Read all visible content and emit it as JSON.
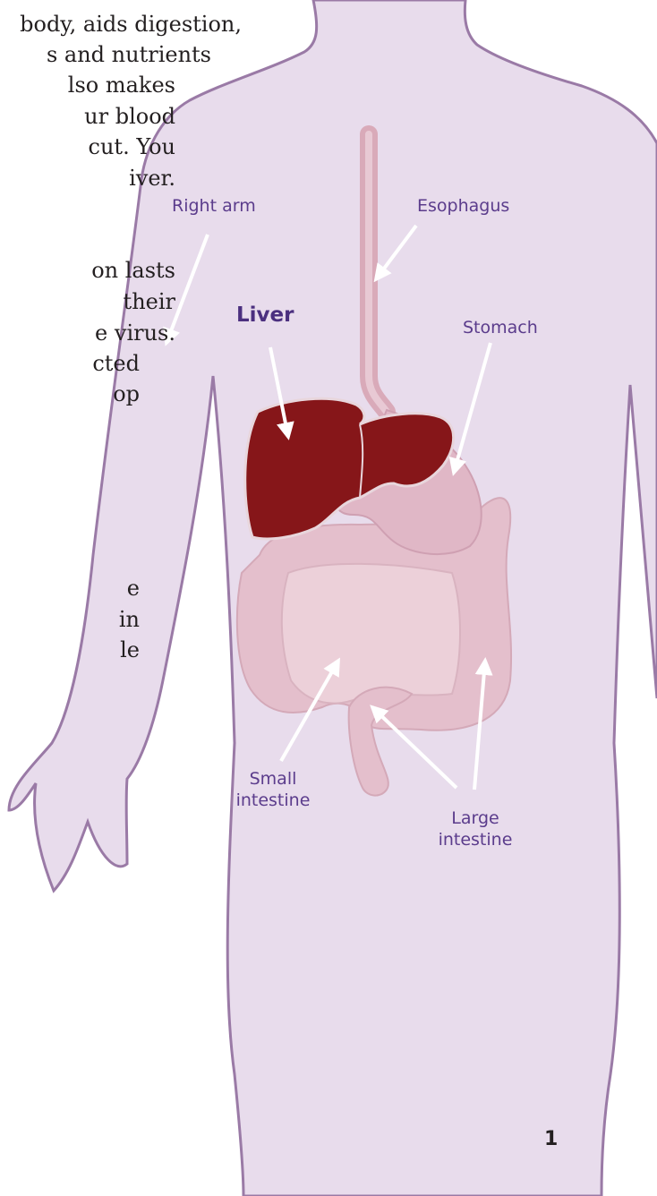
{
  "text_lines": [
    "body, aids digestion,",
    "s and nutrients",
    "lso makes",
    "ur blood",
    "cut. You",
    "iver.",
    "on lasts",
    "their",
    "e virus.",
    "cted",
    "op",
    "e",
    "in",
    "le"
  ],
  "labels": {
    "right_arm": "Right arm",
    "esophagus": "Esophagus",
    "liver": "Liver",
    "stomach": "Stomach",
    "small_intestine": [
      "Small",
      "intestine"
    ],
    "large_intestine": [
      "Large",
      "intestine"
    ]
  },
  "page_number": "1",
  "colors": {
    "body_fill": "#e8dcec",
    "body_outline": "#9a7aa6",
    "liver": "#861619",
    "organ": "#e4bfcc",
    "organ_dark": "#d9aab9",
    "label_text": "#5b3c8c",
    "arrow": "#ffffff"
  }
}
